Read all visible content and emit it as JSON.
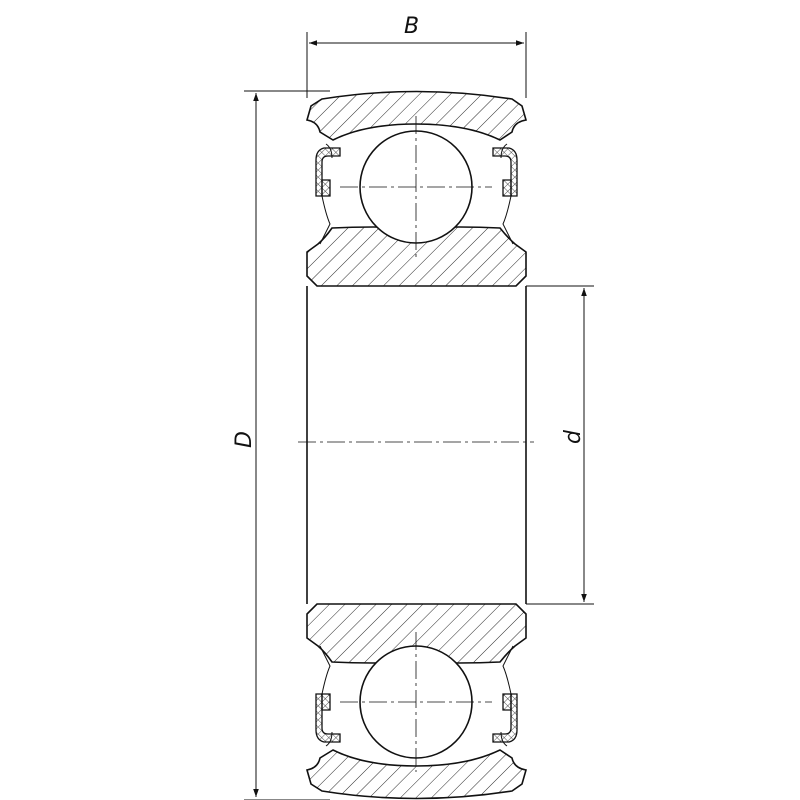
{
  "dimensions": {
    "width_label": "B",
    "outer_diameter_label": "D",
    "bore_diameter_label": "d"
  },
  "colors": {
    "line": "#111111",
    "background": "#ffffff"
  }
}
